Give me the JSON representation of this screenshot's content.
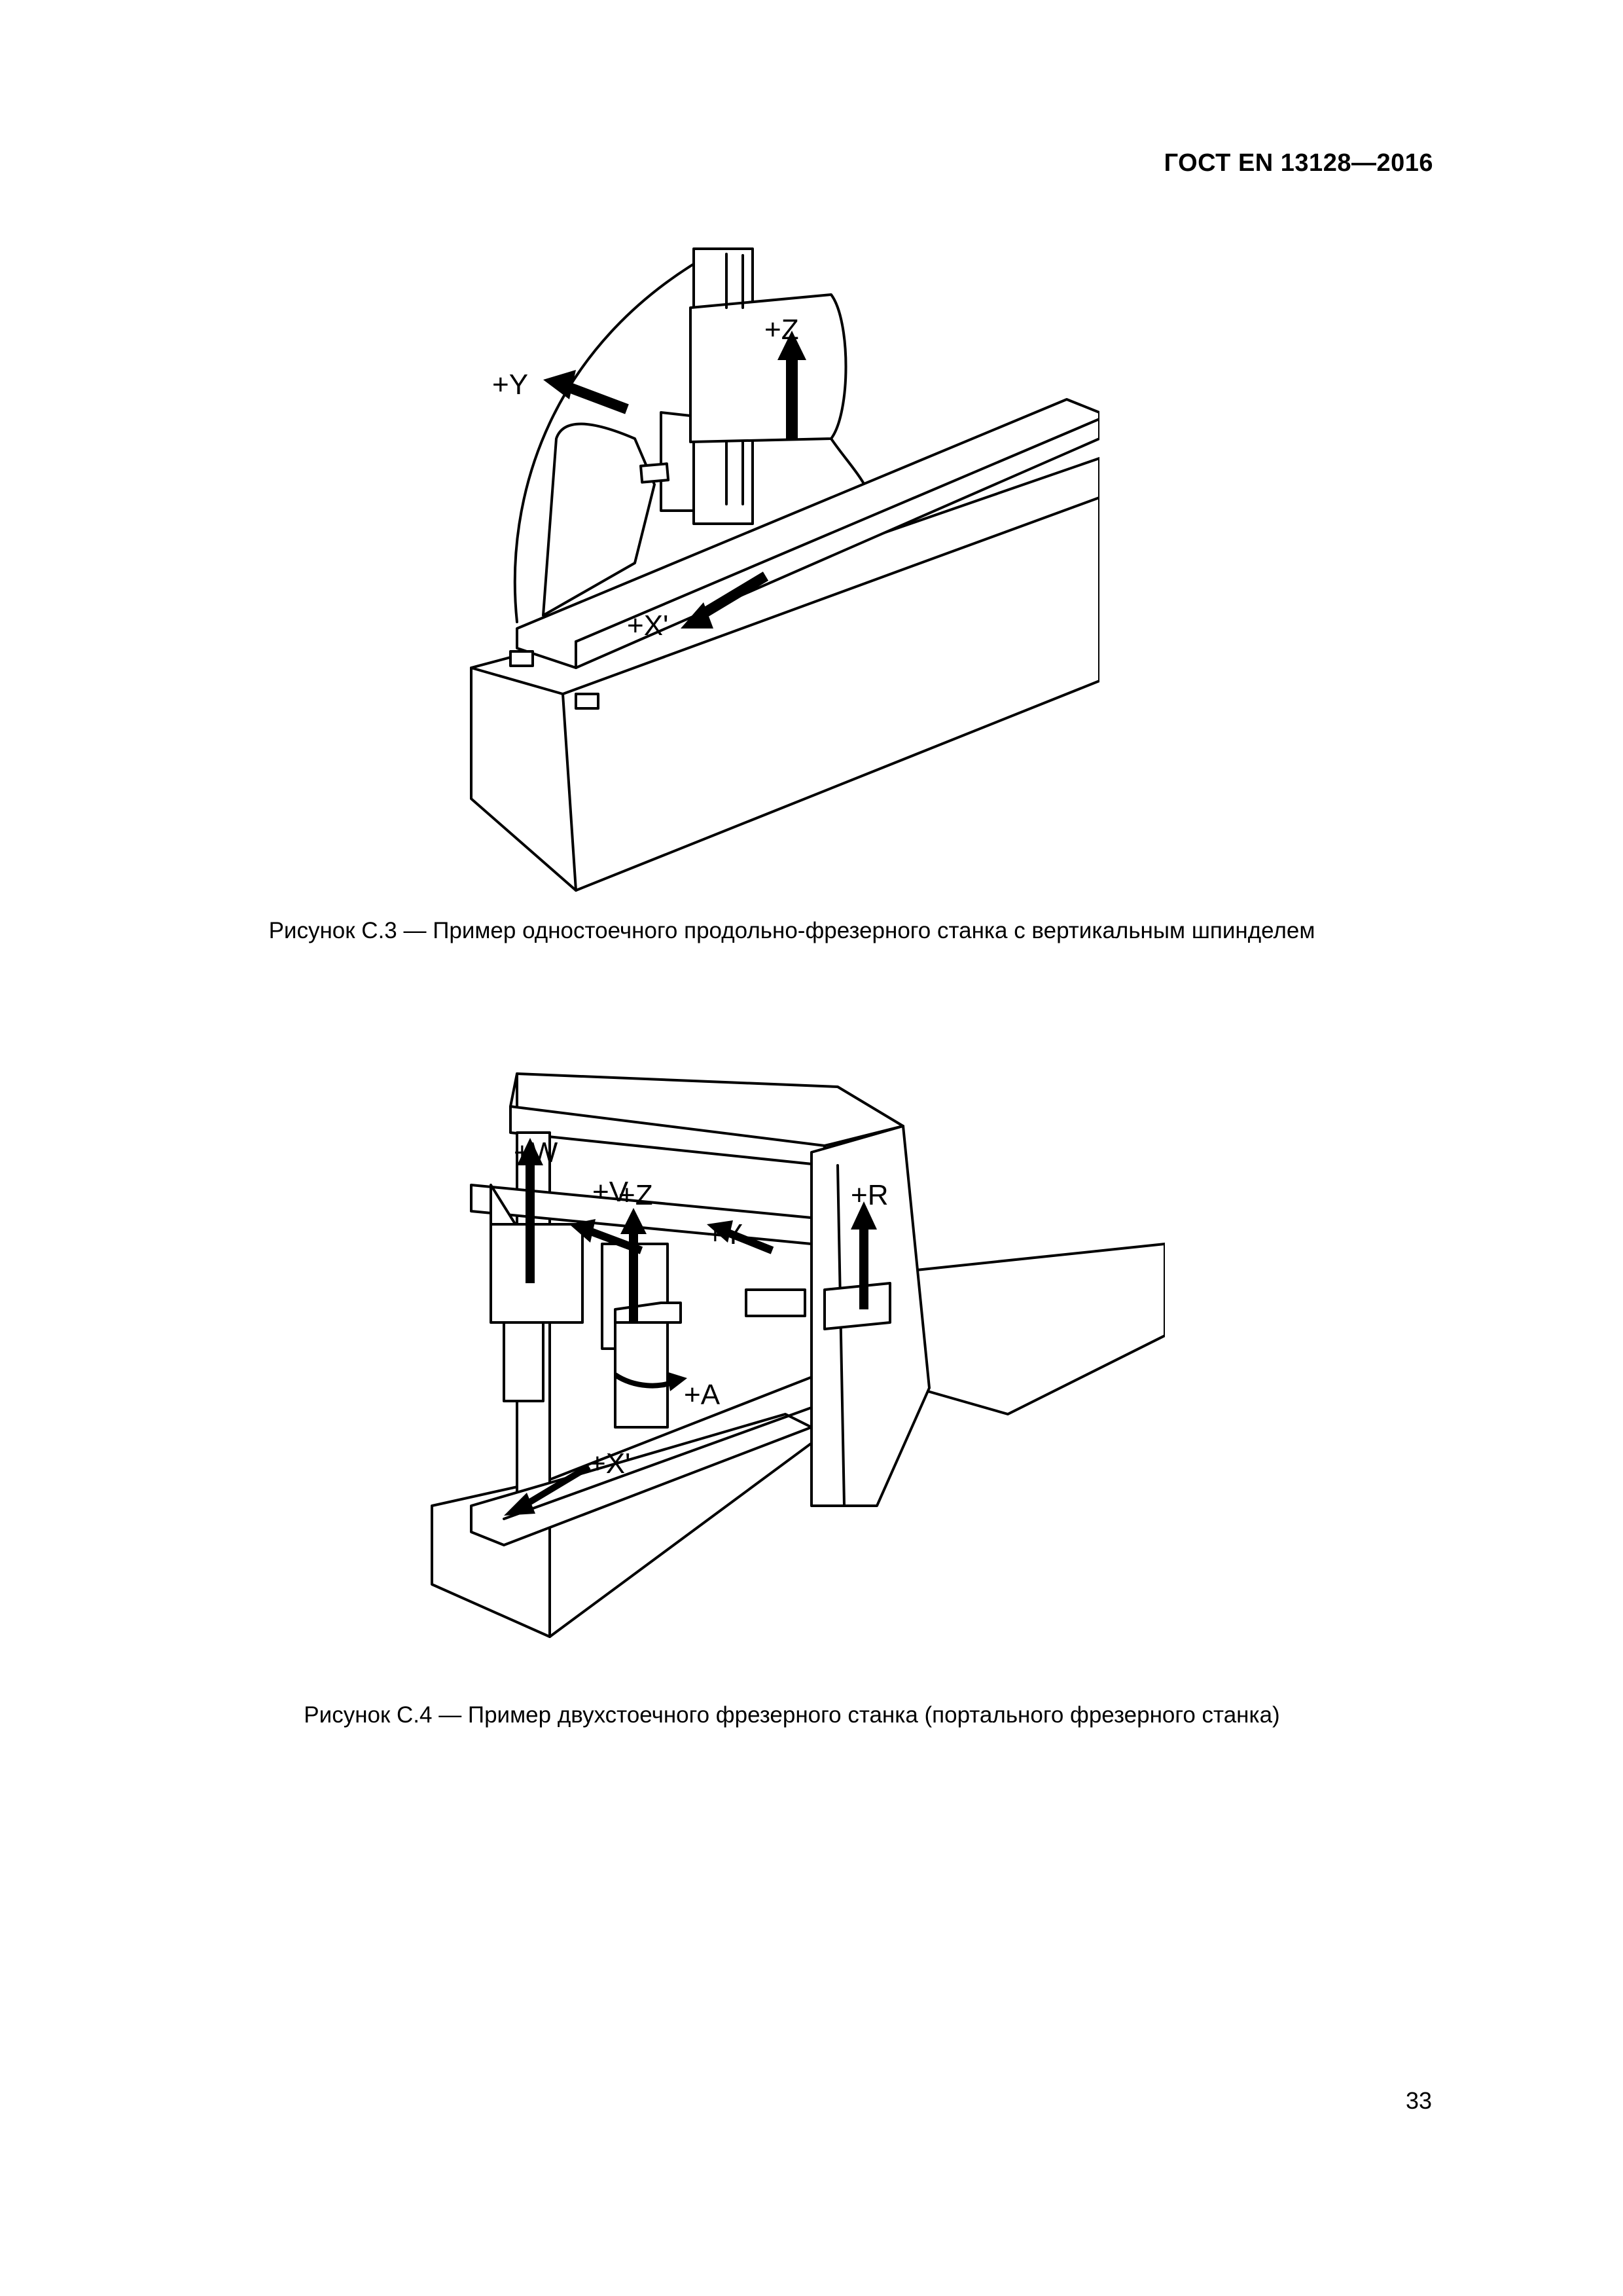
{
  "header": {
    "standard": "ГОСТ EN 13128—2016"
  },
  "figure_c3": {
    "caption": "Рисунок С.3 — Пример одностоечного продольно-фрезерного станка с вертикальным шпинделем",
    "axes": {
      "y": "+Y",
      "z": "+Z",
      "x": "+X'"
    }
  },
  "figure_c4": {
    "caption": "Рисунок С.4 — Пример двухстоечного фрезерного станка (портального фрезерного станка)",
    "axes": {
      "w": "+W",
      "v": "+V",
      "z": "+Z",
      "y": "+Y",
      "r": "+R",
      "a": "+A",
      "x": "+X'"
    }
  },
  "footer": {
    "page_number": "33"
  }
}
